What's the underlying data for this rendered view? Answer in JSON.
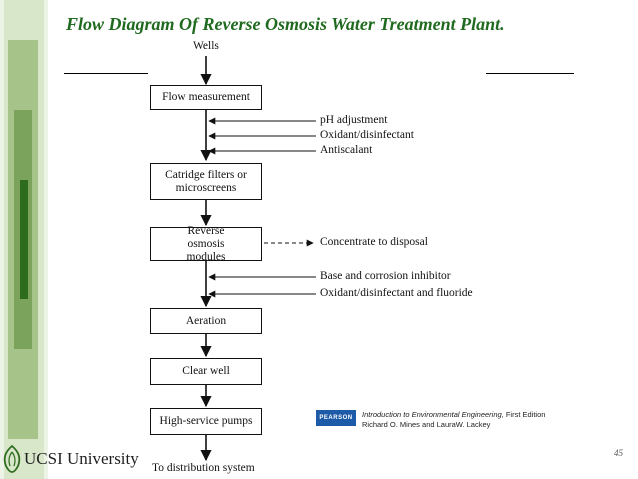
{
  "title": "Flow Diagram Of Reverse Osmosis Water Treatment Plant.",
  "diagram": {
    "source_label": "Wells",
    "boxes": [
      "Flow measurement",
      "Catridge filters or microscreens",
      "Reverse osmosis modules",
      "Aeration",
      "Clear well",
      "High-service pumps"
    ],
    "inputs_after_flow": [
      "pH adjustment",
      "Oxidant/disinfectant",
      "Antiscalant"
    ],
    "reject_output": "Concentrate to disposal",
    "inputs_after_ro": [
      "Base and corrosion inhibitor",
      "Oxidant/disinfectant and fluoride"
    ],
    "final_output": "To distribution system"
  },
  "reference": {
    "publisher": "PEARSON",
    "book_title": "Introduction to Environmental Engineering",
    "edition": ", First Edition",
    "authors": "Richard O. Mines and LauraW. Lackey"
  },
  "footer": {
    "logo_text": "UCSI University",
    "page_number": "45"
  },
  "colors": {
    "title_green": "#1f6a1f",
    "stripe_light": "#a6c48a",
    "stripe_mid": "#7ba35c",
    "stripe_dark": "#2f6b1f"
  },
  "icons": [
    "ucsi-logo-icon",
    "pearson-logo-icon"
  ]
}
